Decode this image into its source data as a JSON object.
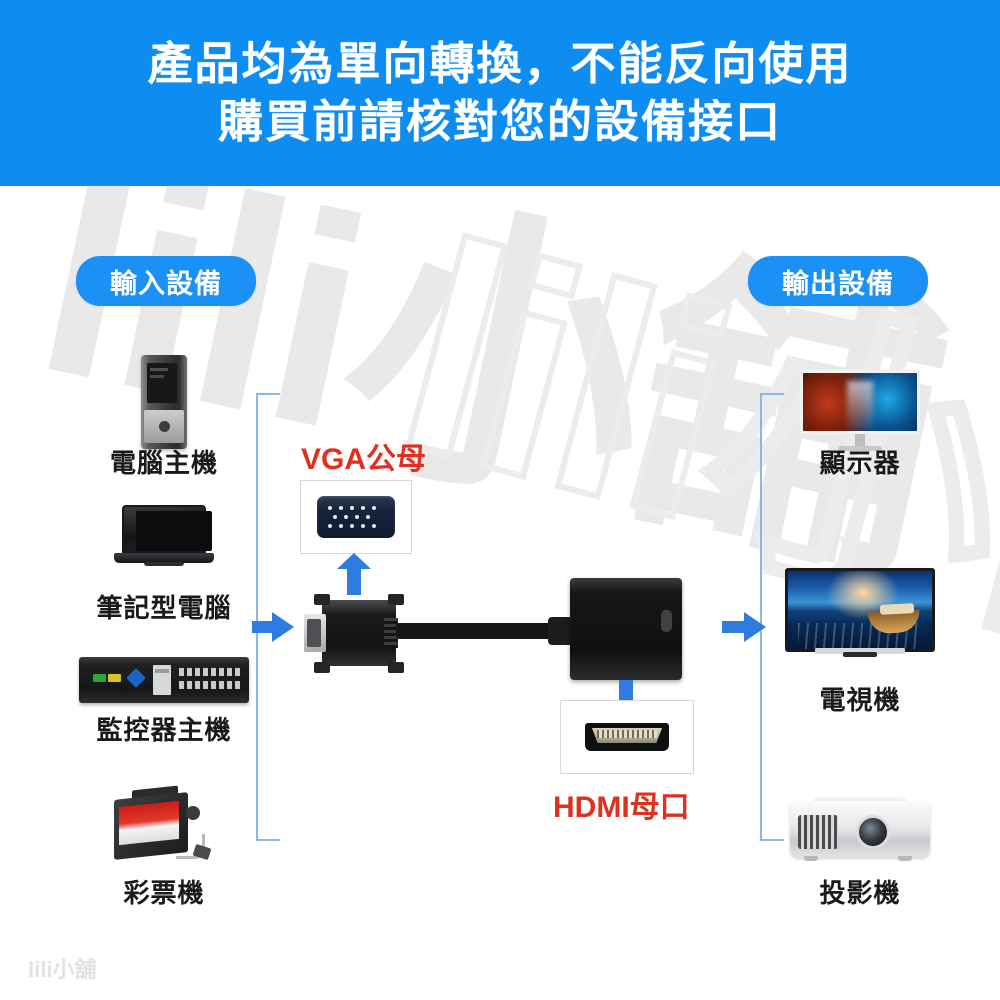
{
  "header": {
    "line1": "產品均為單向轉換，不能反向使用",
    "line2": "購買前請核對您的設備接口",
    "bg_color": "#0d8cf2",
    "text_color": "#ffffff"
  },
  "watermark": {
    "big_text": "lili小舖",
    "bottom_text": "lili小舖",
    "color": "#e9e9e9"
  },
  "diagram": {
    "input_badge": "輸入設備",
    "output_badge": "輸出設備",
    "badge_color": "#1b90f5",
    "bracket_color": "#8ab6e8",
    "arrow_color": "#2f7ce0",
    "input_devices": [
      {
        "label": "電腦主機",
        "icon": "desktop-tower-icon"
      },
      {
        "label": "筆記型電腦",
        "icon": "laptop-icon"
      },
      {
        "label": "監控器主機",
        "icon": "dvr-icon"
      },
      {
        "label": "彩票機",
        "icon": "lottery-machine-icon"
      }
    ],
    "output_devices": [
      {
        "label": "顯示器",
        "icon": "monitor-icon"
      },
      {
        "label": "電視機",
        "icon": "television-icon"
      },
      {
        "label": "投影機",
        "icon": "projector-icon"
      }
    ],
    "connector_labels": {
      "vga": "VGA公母",
      "hdmi": "HDMI母口",
      "color": "#e03020"
    },
    "product": {
      "name": "vga-to-hdmi-adapter",
      "vga_end": "vga-male-plug",
      "hdmi_end": "hdmi-female-adapter-box"
    }
  }
}
